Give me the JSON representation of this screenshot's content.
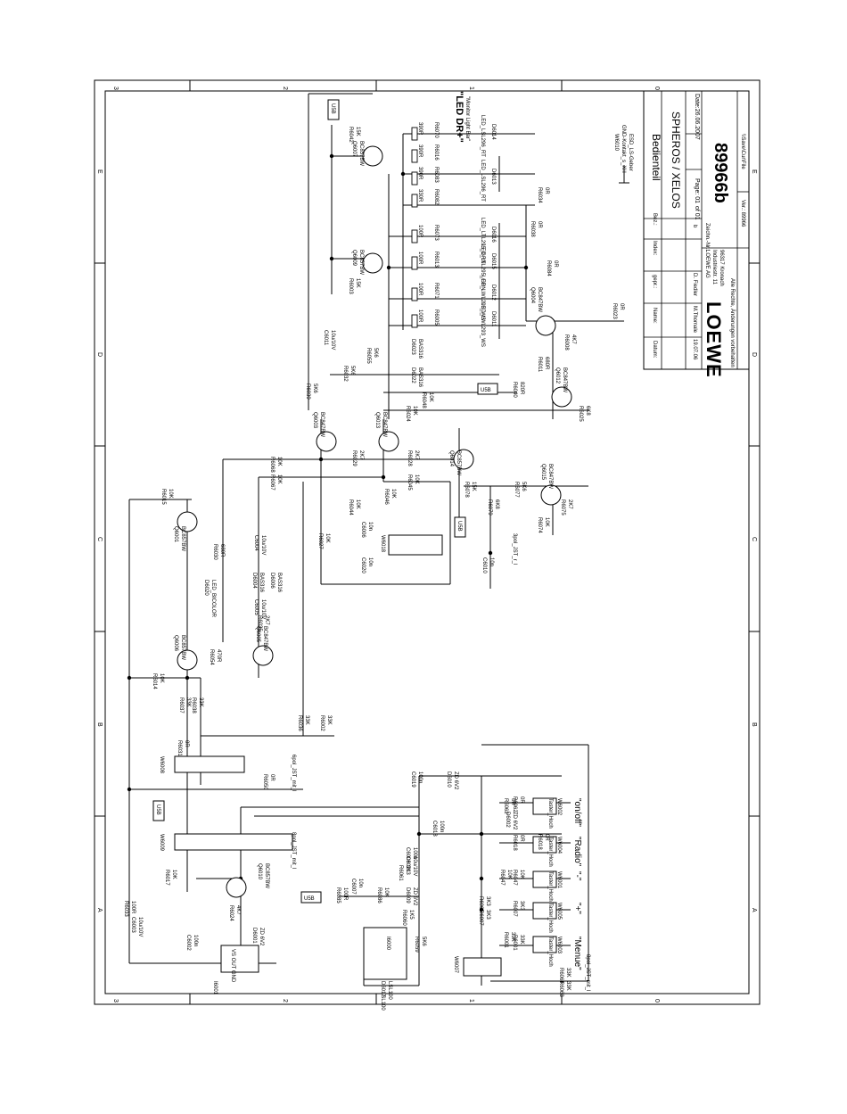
{
  "frame": {
    "zones_top": [
      "3",
      "2",
      "1",
      "0"
    ],
    "zones_bottom": [
      "3",
      "2",
      "1",
      "0"
    ],
    "zones_left": [
      "E",
      "D",
      "C",
      "B",
      "A"
    ],
    "zones_right": [
      "E",
      "D",
      "C",
      "B",
      "A"
    ]
  },
  "title_block": {
    "bez_label": "Bez.:",
    "title": "Bedienteil",
    "subtitle": "SPHEROS / XELOS",
    "index_label": "Index:",
    "index_value": "b",
    "gepr_label": "gepr.:",
    "gepr_value": "D. Fiedler",
    "name_label": "Name:",
    "name_value": "M.Thomale",
    "datum_label": "Datum:",
    "datum_value": "19.07.06",
    "page_label": "Page: 01",
    "page_of": "of 01",
    "date_label": "Date:26.06.2007",
    "zeichnr_label": "Zeichn.-Nr.:",
    "drawing_number": "89966b",
    "company": "LOEWE",
    "company_line1": "LOEWE AG",
    "company_line2": "Industriestr. 11",
    "company_line3": "96317 Kronach",
    "rights": "Alle Rechte, Änderungen vorbehalten",
    "ver_label": "Ver.: 89966",
    "file_label": "\\\\Save\\Cur\\File"
  },
  "notes": {
    "led_heading": "\"LED DR+\"",
    "led_sub": "\"Monitor Light Bar\"",
    "ws_title": "W6010",
    "ws_line1": "GND-Kontakt_s_XH",
    "ws_line2": "ESD_LS-Geber"
  },
  "components": {
    "top_leds": [
      {
        "res": "R6070",
        "val": "390R",
        "led": "LED_LSL296_RT",
        "ref": "D6014"
      },
      {
        "res": "R6016",
        "val": "390R",
        "led": "",
        "ref": ""
      },
      {
        "res": "R6083",
        "val": "390R",
        "led": "LED_LSL296_RT",
        "ref": "D6013"
      },
      {
        "res": "R6082",
        "val": "330R",
        "led": "",
        "ref": ""
      },
      {
        "res": "R6073",
        "val": "100R",
        "led": "LED_LTL295_GRN",
        "ref": "D6016"
      },
      {
        "res": "R6013",
        "val": "100R",
        "led": "LED_LTL295_GRN",
        "ref": "D6015"
      },
      {
        "res": "R6071",
        "val": "100R",
        "led": "LED_LWL293_WS",
        "ref": "D6012"
      },
      {
        "res": "R6005",
        "val": "100R",
        "led": "LED_LWL293_WS",
        "ref": "D6011"
      }
    ],
    "transistors": [
      {
        "ref": "Q6007",
        "type": "BC857BW"
      },
      {
        "ref": "Q6009",
        "type": "BC857BW"
      },
      {
        "ref": "Q6004",
        "type": "BC847BW"
      },
      {
        "ref": "Q6012",
        "type": "BC847BW"
      },
      {
        "ref": "Q6003",
        "type": "BC847BW"
      },
      {
        "ref": "Q6013",
        "type": "BC847BW"
      },
      {
        "ref": "Q6014",
        "type": "BC857BW"
      },
      {
        "ref": "Q6015",
        "type": "BC847BW"
      },
      {
        "ref": "Q6001",
        "type": "BC857BW"
      },
      {
        "ref": "Q6006",
        "type": "BC857BW"
      },
      {
        "ref": "Q6005",
        "type": "BC847BW"
      },
      {
        "ref": "Q6010",
        "type": "BC857BW"
      }
    ],
    "resistors": [
      {
        "ref": "R6042",
        "val": "15K"
      },
      {
        "ref": "R6003",
        "val": "15K"
      },
      {
        "ref": "R6032",
        "val": "5K6"
      },
      {
        "ref": "R6055",
        "val": "5K6"
      },
      {
        "ref": "R6039",
        "val": "5K6"
      },
      {
        "ref": "R6034",
        "val": "0R"
      },
      {
        "ref": "R6038",
        "val": "0R"
      },
      {
        "ref": "R6084",
        "val": "0R"
      },
      {
        "ref": "R6023",
        "val": "0R"
      },
      {
        "ref": "R6008",
        "val": "4K7"
      },
      {
        "ref": "R6011",
        "val": "680R"
      },
      {
        "ref": "R6040",
        "val": "820R"
      },
      {
        "ref": "R6025",
        "val": "6K8"
      },
      {
        "ref": "R6024",
        "val": "10K"
      },
      {
        "ref": "R6029",
        "val": "2K7"
      },
      {
        "ref": "R6028",
        "val": "2K7"
      },
      {
        "ref": "R6068",
        "val": "10K"
      },
      {
        "ref": "R6067",
        "val": "10K"
      },
      {
        "ref": "R6045",
        "val": "10K"
      },
      {
        "ref": "R6078",
        "val": "15K"
      },
      {
        "ref": "R6077",
        "val": "5K6"
      },
      {
        "ref": "R6075",
        "val": "2K7"
      },
      {
        "ref": "R6074",
        "val": "10K"
      },
      {
        "ref": "R6079",
        "val": "6K8"
      },
      {
        "ref": "R6044",
        "val": "10K"
      },
      {
        "ref": "R6046",
        "val": "10K"
      },
      {
        "ref": "R6027",
        "val": "10K"
      },
      {
        "ref": "R6015",
        "val": "10K"
      },
      {
        "ref": "R6030",
        "val": "680R"
      },
      {
        "ref": "R6054",
        "val": "470R"
      },
      {
        "ref": "R6035",
        "val": "2K7"
      },
      {
        "ref": "R6014",
        "val": "10K"
      },
      {
        "ref": "R6037",
        "val": "33K"
      },
      {
        "ref": "R6038",
        "val": "33K"
      },
      {
        "ref": "R6036",
        "val": "33K"
      },
      {
        "ref": "R6002",
        "val": "33K"
      },
      {
        "ref": "R6031",
        "val": "0R"
      },
      {
        "ref": "R6050",
        "val": "0R"
      },
      {
        "ref": "R6017",
        "val": "10K"
      },
      {
        "ref": "R6033",
        "val": "100R"
      },
      {
        "ref": "R6024",
        "val": "4K7"
      },
      {
        "ref": "R6085",
        "val": "100R"
      },
      {
        "ref": "R6086",
        "val": "10K"
      },
      {
        "ref": "R6060",
        "val": "1K5"
      },
      {
        "ref": "R6059",
        "val": "5K6"
      },
      {
        "ref": "R6061",
        "val": "3K3"
      },
      {
        "ref": "R6018",
        "val": "0R"
      },
      {
        "ref": "R6047",
        "val": "10K"
      },
      {
        "ref": "R6065",
        "val": "3K3"
      },
      {
        "ref": "R6007",
        "val": "3K3"
      },
      {
        "ref": "R6001",
        "val": "33K"
      },
      {
        "ref": "R6064",
        "val": "33K"
      },
      {
        "ref": "R6063",
        "val": "33K"
      },
      {
        "ref": "R6062",
        "val": "0R"
      },
      {
        "ref": "R6048",
        "val": "10K"
      }
    ],
    "capacitors": [
      {
        "ref": "C6011",
        "val": "10u/10V"
      },
      {
        "ref": "C6006",
        "val": "10n"
      },
      {
        "ref": "C6020",
        "val": "10n"
      },
      {
        "ref": "C6010",
        "val": "10n"
      },
      {
        "ref": "C6004",
        "val": "10u/10V"
      },
      {
        "ref": "C6005",
        "val": "10u/10V"
      },
      {
        "ref": "C6019",
        "val": "100n"
      },
      {
        "ref": "C6018",
        "val": "100n"
      },
      {
        "ref": "C6008",
        "val": "100n"
      },
      {
        "ref": "C6021",
        "val": "10u/10V"
      },
      {
        "ref": "C6007",
        "val": "10n"
      },
      {
        "ref": "C6003",
        "val": "10u/10V"
      },
      {
        "ref": "C6002",
        "val": "100n"
      }
    ],
    "diodes": [
      {
        "ref": "D6023",
        "type": "BAS316"
      },
      {
        "ref": "D6022",
        "type": "BAS316"
      },
      {
        "ref": "D6006",
        "type": "BAS316"
      },
      {
        "ref": "D6004",
        "type": "BAS316"
      },
      {
        "ref": "D6020",
        "type": "LED_BICOLOR"
      },
      {
        "ref": "D6010",
        "type": "ZD 6V2"
      },
      {
        "ref": "D6002",
        "type": "ZD 6V2"
      },
      {
        "ref": "D6009",
        "type": "ZD 6V2"
      },
      {
        "ref": "D6001",
        "type": "ZD 6V2"
      },
      {
        "ref": "D6017",
        "type": "LSL100"
      }
    ],
    "connectors": [
      {
        "ref": "W6008",
        "type": "6pol_JST_mit_l"
      },
      {
        "ref": "W6009",
        "type": "8pol_JST_mit_l"
      },
      {
        "ref": "W6007",
        "type": "8pol_JST_mit_l"
      },
      {
        "ref": "W6018",
        "type": "3pol_JST_r_l"
      }
    ],
    "ics": [
      {
        "ref": "I6000",
        "type": "LSL100"
      },
      {
        "ref": "I6001",
        "type": "VS OUT GND"
      }
    ],
    "supply_tag": "U5B"
  },
  "switches": [
    {
      "ref": "W6002",
      "type": "Taster_Hoch",
      "label": "\"on/off\"",
      "res": "R6062",
      "val": "0R"
    },
    {
      "ref": "W6004",
      "type": "Taster_Hoch",
      "label": "\"Radio\"",
      "res": "R6018",
      "val": "0R"
    },
    {
      "ref": "W6001",
      "type": "Taster_Hoch",
      "label": "\"-\"",
      "res": "R6047",
      "val": "10K"
    },
    {
      "ref": "W6005",
      "type": "Taster_Hoch",
      "label": "\"+\"",
      "res": "R6007",
      "val": "3K3"
    },
    {
      "ref": "W6003",
      "type": "Taster_Hoch",
      "label": "\"Menue\"",
      "res": "R6001",
      "val": "33K"
    }
  ]
}
